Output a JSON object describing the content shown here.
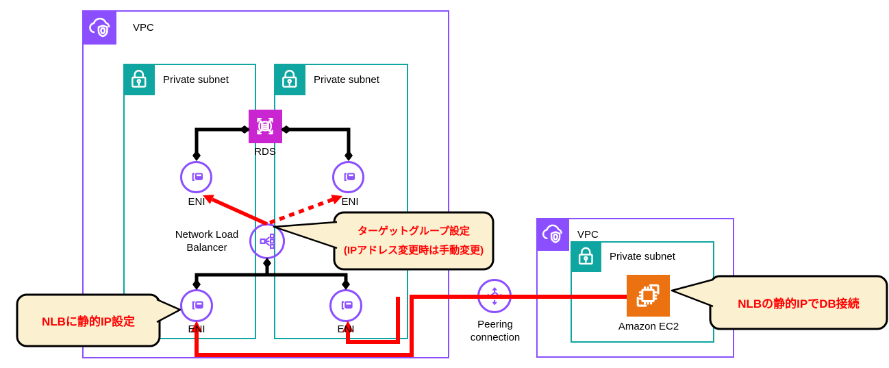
{
  "colors": {
    "vpc_purple": "#8C4FFF",
    "subnet_teal": "#0FA5A0",
    "rds_magenta": "#C925D1",
    "ec2_orange": "#EC7211",
    "arrow_red": "#FF0000",
    "callout_fill": "#FBF0D0",
    "callout_text": "#FF0000",
    "line_black": "#000000"
  },
  "labels": {
    "vpc": "VPC",
    "private_subnet": "Private subnet",
    "rds": "RDS",
    "eni": "ENI",
    "nlb_line1": "Network Load",
    "nlb_line2": "Balancer",
    "peering_line1": "Peering",
    "peering_line2": "connection",
    "ec2": "Amazon EC2"
  },
  "callouts": {
    "target_group": {
      "line1": "ターゲットグループ設定",
      "line2": "(IPアドレス変更時は手動変更)"
    },
    "nlb_static_ip": {
      "text": "NLBに静的IP設定"
    },
    "db_connect": {
      "text": "NLBの静的IPでDB接続"
    }
  },
  "icons": [
    "vpc-cloud-shield-icon",
    "private-subnet-lock-icon",
    "rds-database-icon",
    "eni-network-interface-icon",
    "network-load-balancer-icon",
    "peering-connection-icon",
    "ec2-chip-icon"
  ]
}
